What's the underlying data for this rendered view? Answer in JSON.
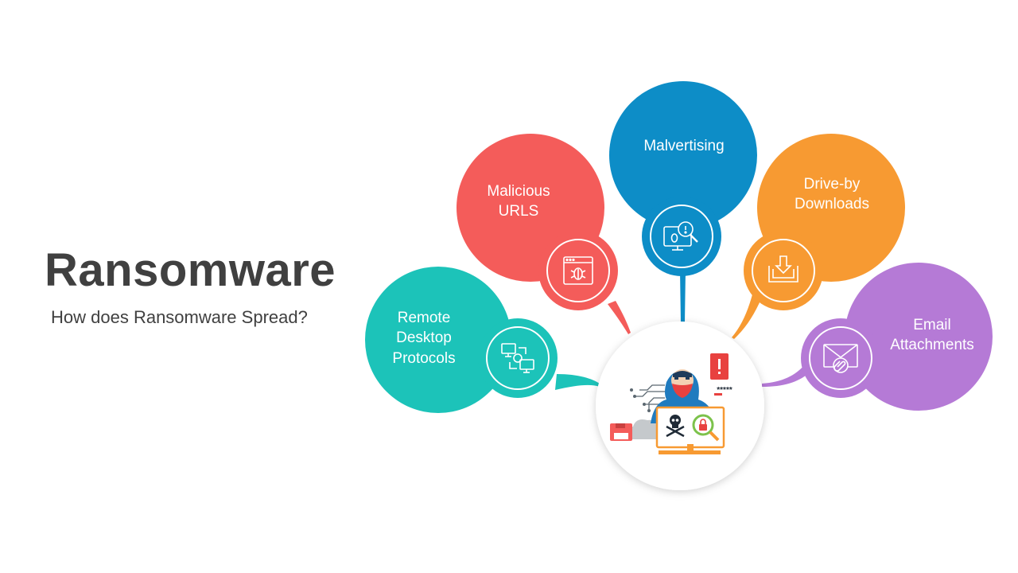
{
  "title": "Ransomware",
  "subtitle": "How does Ransomware Spread?",
  "center": {
    "icon": "hacker-at-computer-icon",
    "text": "*****"
  },
  "bubbles": [
    {
      "lines": [
        "Remote",
        "Desktop",
        "Protocols"
      ],
      "color": "#1cc3b9",
      "icon": "remote-desktop-icon"
    },
    {
      "lines": [
        "Malicious",
        "URLS"
      ],
      "color": "#f45c5a",
      "icon": "browser-bug-icon"
    },
    {
      "lines": [
        "Malvertising"
      ],
      "color": "#0d8dc7",
      "icon": "monitor-search-icon"
    },
    {
      "lines": [
        "Drive-by",
        "Downloads"
      ],
      "color": "#f79a32",
      "icon": "download-icon"
    },
    {
      "lines": [
        "Email",
        "Attachments"
      ],
      "color": "#b57ad6",
      "icon": "email-attachment-icon"
    }
  ]
}
